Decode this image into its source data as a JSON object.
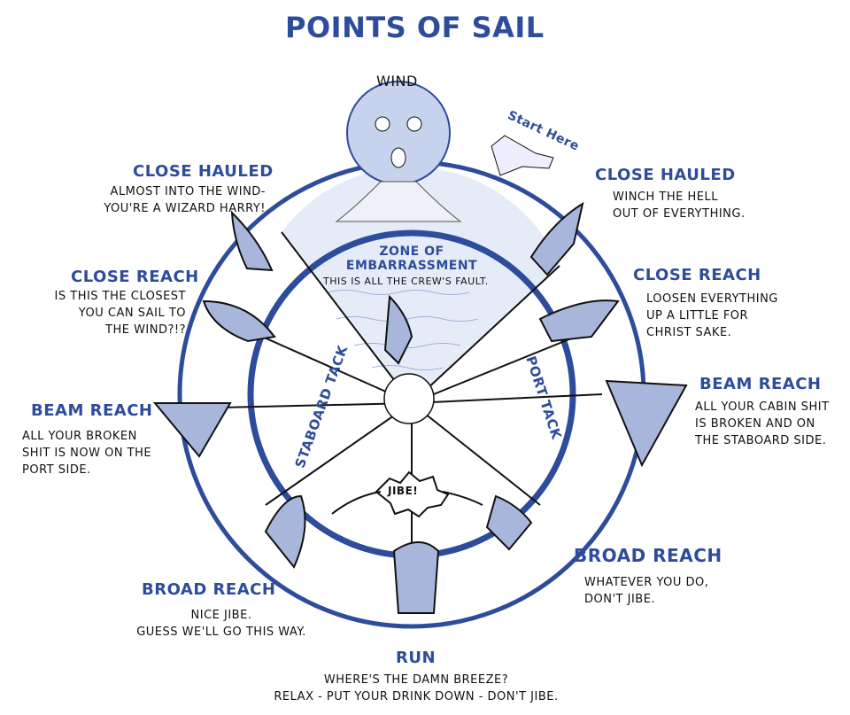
{
  "title": "Points of Sail",
  "wind_label": "Wind",
  "start_here": "Start Here",
  "zone": {
    "title_line1": "Zone of",
    "title_line2": "Embarrassment",
    "note": "This is all the crew's fault."
  },
  "starboard_tack": "Staboard Tack",
  "port_tack": "Port Tack",
  "jibe": "Jibe!",
  "left": [
    {
      "heading": "Close Hauled",
      "lines": [
        "Almost into the wind-",
        "You're a wizard Harry!"
      ]
    },
    {
      "heading": "Close Reach",
      "lines": [
        "Is this the closest",
        "you can sail to",
        "the wind?!?"
      ]
    },
    {
      "heading": "Beam Reach",
      "lines": [
        "All your broken",
        "shit is now on the",
        "port side."
      ]
    },
    {
      "heading": "Broad Reach",
      "lines": [
        "Nice jibe.",
        "Guess we'll go this way."
      ]
    }
  ],
  "right": [
    {
      "heading": "Close Hauled",
      "lines": [
        "Winch the hell",
        "out of everything."
      ]
    },
    {
      "heading": "Close Reach",
      "lines": [
        "Loosen everything",
        "up a little for",
        "Christ sake."
      ]
    },
    {
      "heading": "Beam Reach",
      "lines": [
        "All your cabin shit",
        "is broken and on",
        "the staboard side."
      ]
    },
    {
      "heading": "Broad Reach",
      "lines": [
        "Whatever you do,",
        "don't jibe."
      ]
    }
  ],
  "run": {
    "heading": "Run",
    "lines": [
      "Where's the damn breeze?",
      "Relax - put your drink down - don't jibe."
    ]
  },
  "colors": {
    "blue": "#2d4c9c",
    "boat": "#a9b6dc",
    "zone": "#e6ecf7"
  }
}
